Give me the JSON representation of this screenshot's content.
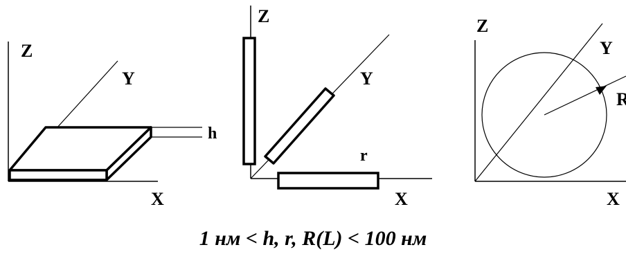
{
  "panel_left": {
    "z_label": "Z",
    "y_label": "Y",
    "x_label": "X",
    "thickness_label": "h"
  },
  "panel_middle": {
    "z_label": "Z",
    "y_label": "Y",
    "x_label": "X",
    "rod_label": "r"
  },
  "panel_right": {
    "z_label": "Z",
    "y_label": "Y",
    "x_label": "X",
    "radius_label": "R"
  },
  "caption": "1 нм < h, r, R(L) < 100 нм"
}
